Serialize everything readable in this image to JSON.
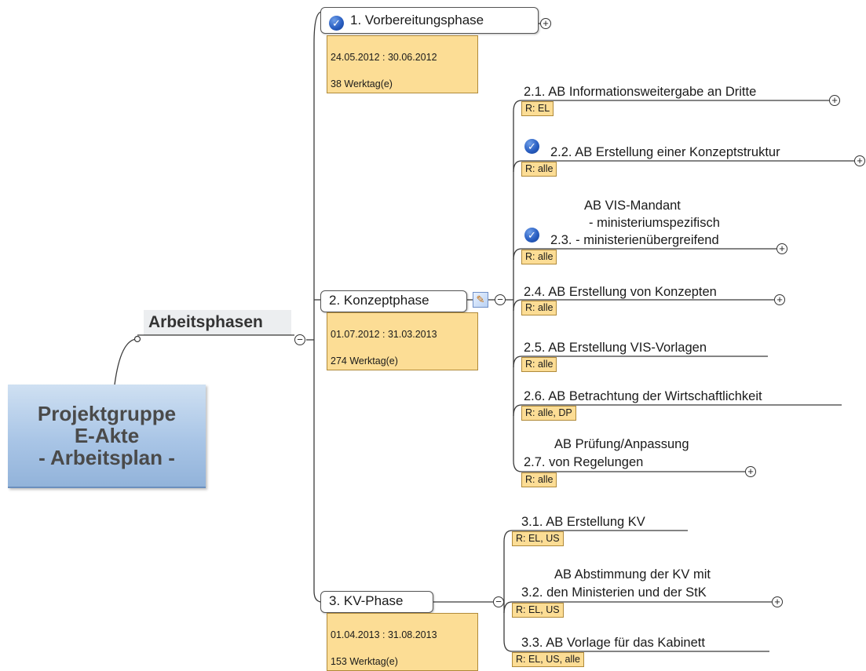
{
  "root": {
    "title": "Projektgruppe\nE-Akte\n- Arbeitsplan -"
  },
  "main_branch": {
    "label": "Arbeitsphasen"
  },
  "phases": [
    {
      "label": "1. Vorbereitungsphase",
      "dates": "24.05.2012 : 30.06.2012",
      "days": "38 Werktag(e)",
      "done": true
    },
    {
      "label": "2. Konzeptphase",
      "dates": "01.07.2012 : 31.03.2013",
      "days": "274 Werktag(e)",
      "done": false
    },
    {
      "label": "3. KV-Phase",
      "dates": "01.04.2013 : 31.08.2013",
      "days": "153 Werktag(e)",
      "done": false
    }
  ],
  "konzept_tasks": [
    {
      "num": "2.1.",
      "text": "AB Informationsweitergabe an Dritte",
      "resp": "R: EL",
      "done": false
    },
    {
      "num": "2.2.",
      "text": "AB Erstellung einer Konzeptstruktur",
      "resp": "R: alle",
      "done": true
    },
    {
      "num": "2.3.",
      "text_lines": [
        "AB VIS-Mandant",
        "- ministeriumspezifisch",
        "- ministerienübergreifend"
      ],
      "resp": "R: alle",
      "done": true
    },
    {
      "num": "2.4.",
      "text": "AB Erstellung von Konzepten",
      "resp": "R: alle",
      "done": false
    },
    {
      "num": "2.5.",
      "text": "AB Erstellung VIS-Vorlagen",
      "resp": "R: alle",
      "done": false
    },
    {
      "num": "2.6.",
      "text": "AB Betrachtung der Wirtschaftlichkeit",
      "resp": "R: alle, DP",
      "done": false
    },
    {
      "num": "2.7.",
      "text_lines": [
        "AB Prüfung/Anpassung",
        "von Regelungen"
      ],
      "resp": "R: alle",
      "done": false
    }
  ],
  "kv_tasks": [
    {
      "num": "3.1.",
      "text": "AB Erstellung KV",
      "resp": "R: EL, US",
      "done": false
    },
    {
      "num": "3.2.",
      "text_lines": [
        "AB Abstimmung der KV mit",
        "den Ministerien und der StK"
      ],
      "resp": "R: EL, US",
      "done": false
    },
    {
      "num": "3.3.",
      "text": "AB Vorlage für das Kabinett",
      "resp": "R: EL, US, alle",
      "done": false
    }
  ],
  "icons": {
    "check": "checkmark-icon",
    "expand": "plus-icon",
    "collapse": "minus-icon",
    "note": "note-icon"
  },
  "colors": {
    "root_fill": "#a9c5e6",
    "note_fill": "#fcdd95",
    "check_blue": "#2a5fc2"
  }
}
